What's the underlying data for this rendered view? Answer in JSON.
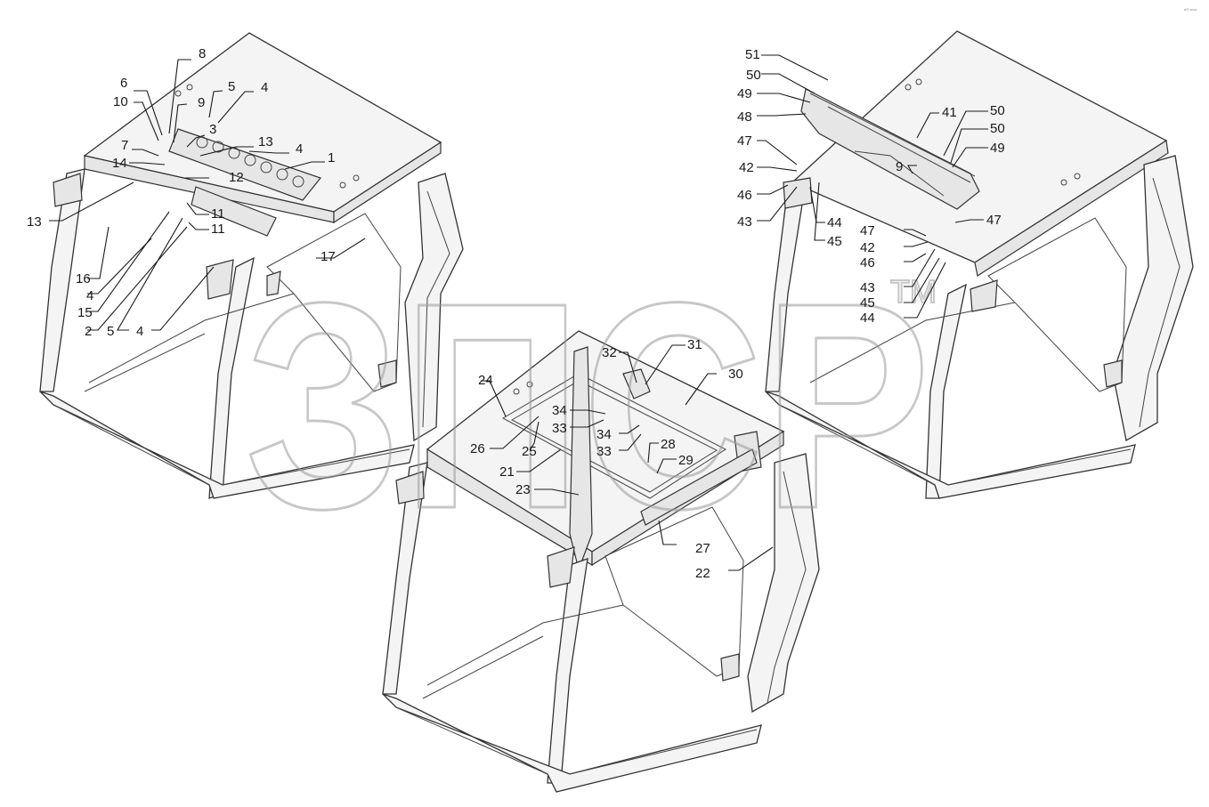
{
  "watermark": {
    "text": "ЗПСР",
    "tm": "TM"
  },
  "corner_mark": "ᵒ⁰ ᵒᵒᵒ",
  "callouts": [
    {
      "id": "c1",
      "text": "8"
    },
    {
      "id": "c2",
      "text": "6"
    },
    {
      "id": "c3",
      "text": "10"
    },
    {
      "id": "c4",
      "text": "9"
    },
    {
      "id": "c5",
      "text": "5"
    },
    {
      "id": "c6",
      "text": "4"
    },
    {
      "id": "c7",
      "text": "3"
    },
    {
      "id": "c8",
      "text": "13"
    },
    {
      "id": "c9",
      "text": "4"
    },
    {
      "id": "c10",
      "text": "1"
    },
    {
      "id": "c11",
      "text": "7"
    },
    {
      "id": "c12",
      "text": "14"
    },
    {
      "id": "c13",
      "text": "12"
    },
    {
      "id": "c14",
      "text": "11"
    },
    {
      "id": "c15",
      "text": "11"
    },
    {
      "id": "c16",
      "text": "13"
    },
    {
      "id": "c17",
      "text": "17"
    },
    {
      "id": "c18",
      "text": "16"
    },
    {
      "id": "c19",
      "text": "4"
    },
    {
      "id": "c20",
      "text": "15"
    },
    {
      "id": "c21",
      "text": "2"
    },
    {
      "id": "c22",
      "text": "5"
    },
    {
      "id": "c23",
      "text": "4"
    },
    {
      "id": "c24",
      "text": "51"
    },
    {
      "id": "c25",
      "text": "50"
    },
    {
      "id": "c26",
      "text": "49"
    },
    {
      "id": "c27",
      "text": "48"
    },
    {
      "id": "c28",
      "text": "41"
    },
    {
      "id": "c29",
      "text": "50"
    },
    {
      "id": "c30",
      "text": "50"
    },
    {
      "id": "c31",
      "text": "49"
    },
    {
      "id": "c32",
      "text": "47"
    },
    {
      "id": "c33",
      "text": "42"
    },
    {
      "id": "c34",
      "text": "9"
    },
    {
      "id": "c35",
      "text": "46"
    },
    {
      "id": "c36",
      "text": "43"
    },
    {
      "id": "c37",
      "text": "44"
    },
    {
      "id": "c38",
      "text": "47"
    },
    {
      "id": "c39",
      "text": "45"
    },
    {
      "id": "c40",
      "text": "47"
    },
    {
      "id": "c41",
      "text": "42"
    },
    {
      "id": "c42",
      "text": "46"
    },
    {
      "id": "c43",
      "text": "43"
    },
    {
      "id": "c44",
      "text": "45"
    },
    {
      "id": "c45",
      "text": "44"
    },
    {
      "id": "c46",
      "text": "32"
    },
    {
      "id": "c47",
      "text": "31"
    },
    {
      "id": "c48",
      "text": "24"
    },
    {
      "id": "c49",
      "text": "30"
    },
    {
      "id": "c50",
      "text": "34"
    },
    {
      "id": "c51",
      "text": "33"
    },
    {
      "id": "c52",
      "text": "34"
    },
    {
      "id": "c53",
      "text": "26"
    },
    {
      "id": "c54",
      "text": "25"
    },
    {
      "id": "c55",
      "text": "33"
    },
    {
      "id": "c56",
      "text": "28"
    },
    {
      "id": "c57",
      "text": "29"
    },
    {
      "id": "c58",
      "text": "21"
    },
    {
      "id": "c59",
      "text": "23"
    },
    {
      "id": "c60",
      "text": "27"
    },
    {
      "id": "c61",
      "text": "22"
    }
  ]
}
